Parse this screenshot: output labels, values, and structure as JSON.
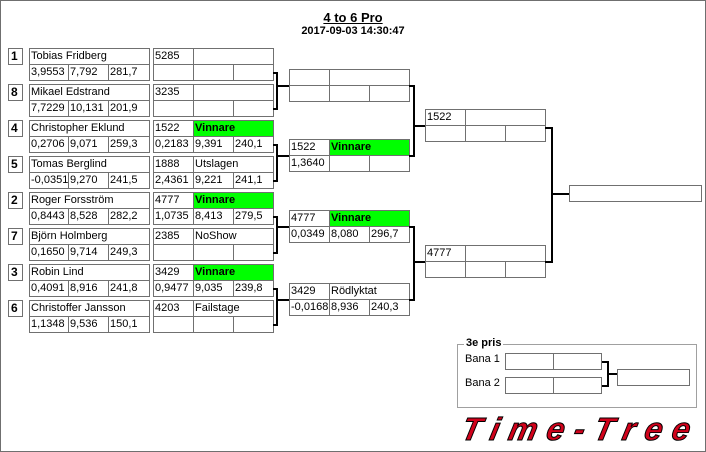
{
  "header": {
    "title": "4 to 6 Pro",
    "timestamp": "2017-09-03 14:30:47"
  },
  "colors": {
    "winner": "#00ff00",
    "brand": "#d0021b"
  },
  "round1": [
    {
      "seed": "1",
      "name": "Tobias Fridberg",
      "stats": [
        "3,9553",
        "7,792",
        "281,7"
      ],
      "result": {
        "id": "5285",
        "status": "",
        "winner": false,
        "stats": [
          "",
          "",
          ""
        ]
      }
    },
    {
      "seed": "8",
      "name": "Mikael Edstrand",
      "stats": [
        "7,7229",
        "10,131",
        "201,9"
      ],
      "result": {
        "id": "3235",
        "status": "",
        "winner": false,
        "stats": [
          "",
          "",
          ""
        ]
      }
    },
    {
      "seed": "4",
      "name": "Christopher Eklund",
      "stats": [
        "0,2706",
        "9,071",
        "259,3"
      ],
      "result": {
        "id": "1522",
        "status": "Vinnare",
        "winner": true,
        "stats": [
          "0,2183",
          "9,391",
          "240,1"
        ]
      }
    },
    {
      "seed": "5",
      "name": "Tomas Berglind",
      "stats": [
        "-0,0351",
        "9,270",
        "241,5"
      ],
      "result": {
        "id": "1888",
        "status": "Utslagen",
        "winner": false,
        "stats": [
          "2,4361",
          "9,221",
          "241,1"
        ]
      }
    },
    {
      "seed": "2",
      "name": "Roger Forsström",
      "stats": [
        "0,8443",
        "8,528",
        "282,2"
      ],
      "result": {
        "id": "4777",
        "status": "Vinnare",
        "winner": true,
        "stats": [
          "1,0735",
          "8,413",
          "279,5"
        ]
      }
    },
    {
      "seed": "7",
      "name": "Björn Holmberg",
      "stats": [
        "0,1650",
        "9,714",
        "249,3"
      ],
      "result": {
        "id": "2385",
        "status": "NoShow",
        "winner": false,
        "stats": [
          "",
          "",
          ""
        ]
      }
    },
    {
      "seed": "3",
      "name": "Robin Lind",
      "stats": [
        "0,4091",
        "8,916",
        "241,8"
      ],
      "result": {
        "id": "3429",
        "status": "Vinnare",
        "winner": true,
        "stats": [
          "0,9477",
          "9,035",
          "239,8"
        ]
      }
    },
    {
      "seed": "6",
      "name": "Christoffer  Jansson",
      "stats": [
        "1,1348",
        "9,536",
        "150,1"
      ],
      "result": {
        "id": "4203",
        "status": "Failstage",
        "winner": false,
        "stats": [
          "",
          "",
          ""
        ]
      }
    }
  ],
  "round2": [
    {
      "id": "",
      "status": "",
      "winner": false,
      "stats": [
        "",
        "",
        ""
      ]
    },
    {
      "id": "1522",
      "status": "Vinnare",
      "winner": true,
      "stats": [
        "1,3640",
        "",
        ""
      ]
    },
    {
      "id": "4777",
      "status": "Vinnare",
      "winner": true,
      "stats": [
        "0,0349",
        "8,080",
        "296,7"
      ]
    },
    {
      "id": "3429",
      "status": "Rödlyktat",
      "winner": false,
      "stats": [
        "-0,0168",
        "8,936",
        "240,3"
      ]
    }
  ],
  "round3": [
    {
      "id": "1522",
      "status": "",
      "winner": false,
      "stats": [
        "",
        "",
        ""
      ]
    },
    {
      "id": "4777",
      "status": "",
      "winner": false,
      "stats": [
        "",
        "",
        ""
      ]
    }
  ],
  "final": {
    "value": ""
  },
  "third_place": {
    "title": "3e pris",
    "lanes": [
      {
        "label": "Bana 1",
        "a": "",
        "b": ""
      },
      {
        "label": "Bana 2",
        "a": "",
        "b": ""
      }
    ],
    "result": ""
  },
  "logo": {
    "text": "Time-Tree"
  }
}
